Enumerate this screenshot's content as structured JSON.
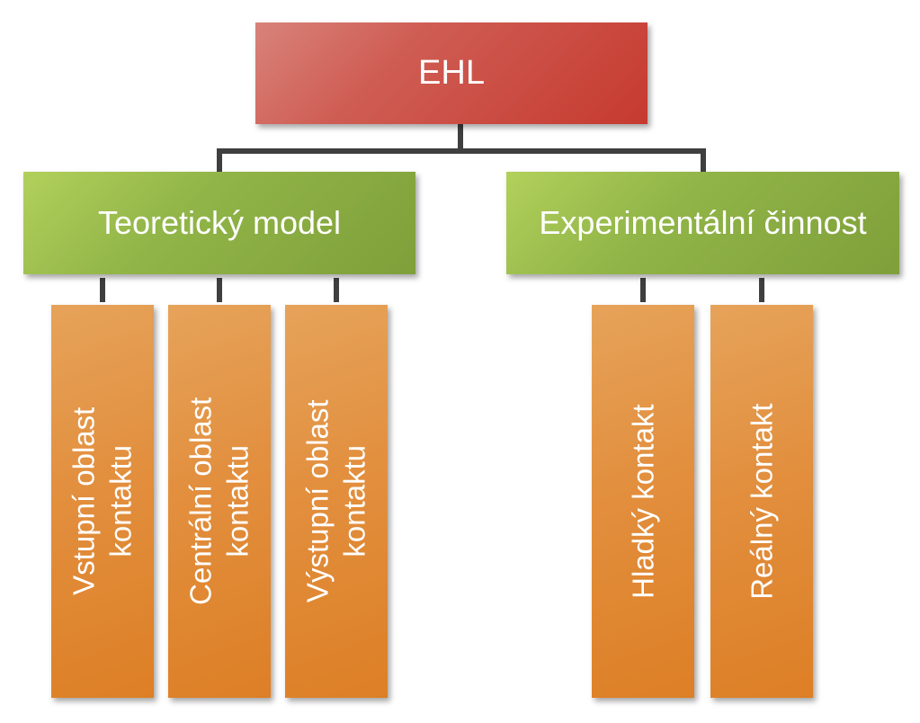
{
  "diagram": {
    "root": {
      "label": "EHL"
    },
    "branches": [
      {
        "label": "Teoretický model"
      },
      {
        "label": "Experimentální činnost"
      }
    ],
    "leaves": [
      {
        "line1": "Vstupní oblast",
        "line2": "kontaktu"
      },
      {
        "line1": "Centrální oblast",
        "line2": "kontaktu"
      },
      {
        "line1": "Výstupní oblast",
        "line2": "kontaktu"
      },
      {
        "line1": "Hladký kontakt",
        "line2": ""
      },
      {
        "line1": "Reálný kontakt",
        "line2": ""
      }
    ]
  },
  "colors": {
    "root": "#c94a40",
    "branch": "#8fb246",
    "leaf": "#e08a37",
    "connector": "#3f3f3f",
    "text": "#ffffff"
  }
}
